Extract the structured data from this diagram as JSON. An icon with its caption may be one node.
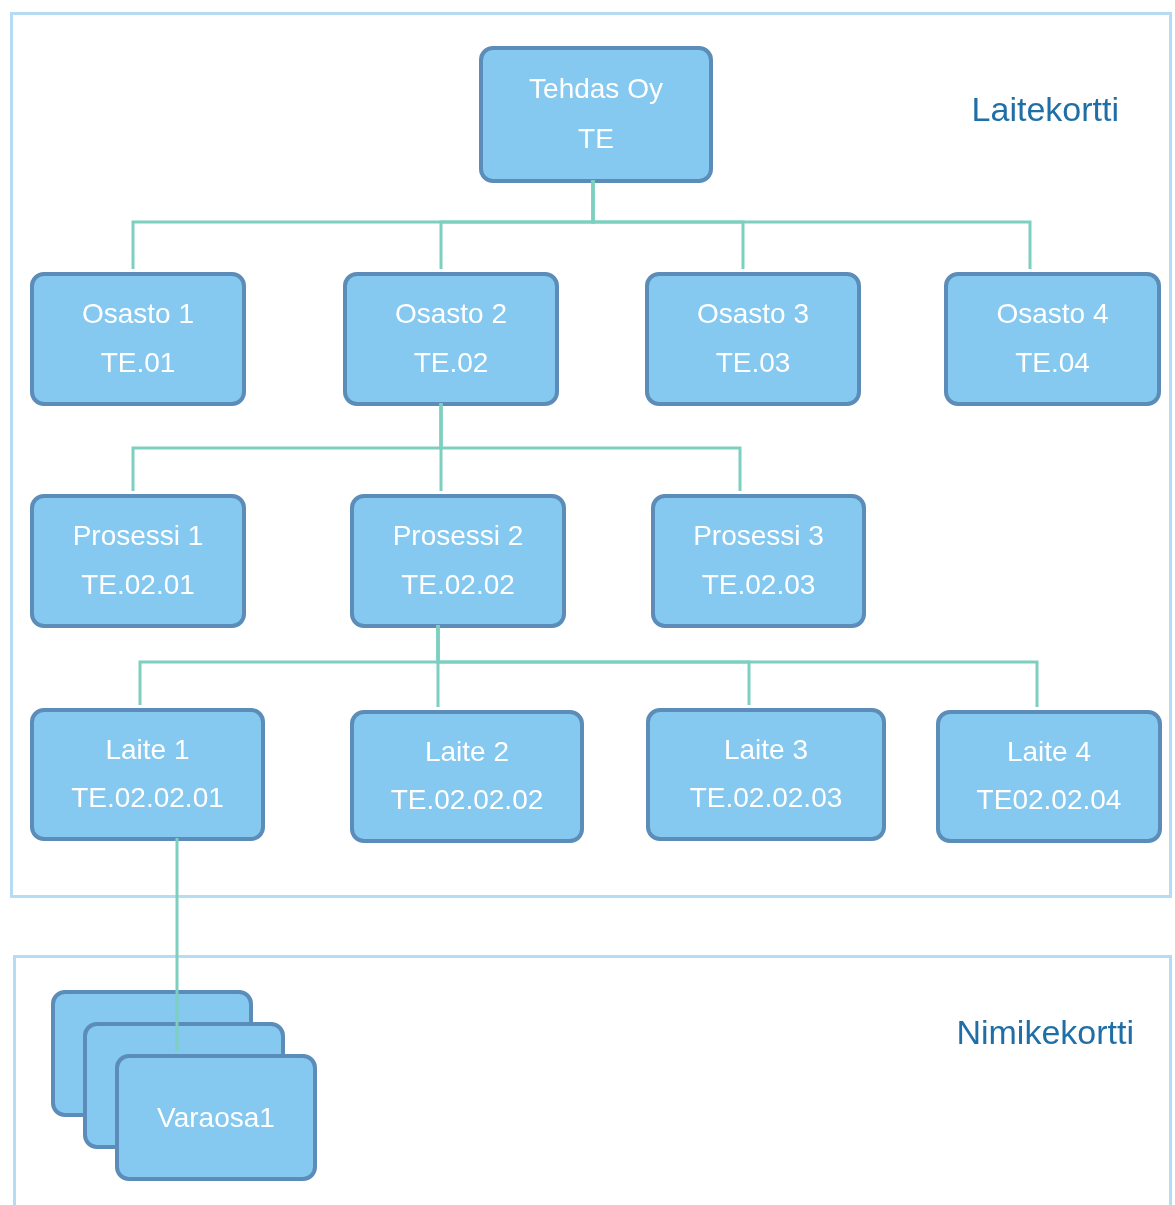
{
  "diagram": {
    "nodes": [
      {
        "text": [
          "Laitekortti"
        ]
      },
      {
        "text": [
          "Tehdas Oy",
          "TE"
        ],
        "in": 0
      },
      {
        "text": [
          "Osasto 1",
          "TE.01"
        ],
        "in": 0
      },
      {
        "text": [
          "Osasto 2",
          "TE.02"
        ],
        "in": 0
      },
      {
        "text": [
          "Osasto 3",
          "TE.03"
        ],
        "in": 0
      },
      {
        "text": [
          "Osasto 4",
          "TE.04"
        ],
        "in": 0
      },
      {
        "text": [
          "Prosessi 1",
          "TE.02.01"
        ],
        "in": 0
      },
      {
        "text": [
          "Prosessi 2",
          "TE.02.02"
        ],
        "in": 0
      },
      {
        "text": [
          "Prosessi 3",
          "TE.02.03"
        ],
        "in": 0
      },
      {
        "text": [
          "Laite 1",
          "TE.02.02.01"
        ],
        "in": 0
      },
      {
        "text": [
          "Laite 2",
          "TE.02.02.02"
        ],
        "in": 0
      },
      {
        "text": [
          "Laite 3",
          "TE.02.02.03"
        ],
        "in": 0
      },
      {
        "text": [
          "Laite 4",
          "TE02.02.04"
        ],
        "in": 0
      },
      {
        "text": [
          "Nimikekortti"
        ]
      },
      {
        "text": [
          "Varaosa1"
        ],
        "in": 13
      }
    ],
    "edges": [
      {
        "from": 1,
        "to": 2,
        "arrow": "none"
      },
      {
        "from": 1,
        "to": 3,
        "arrow": "none"
      },
      {
        "from": 1,
        "to": 4,
        "arrow": "none"
      },
      {
        "from": 1,
        "to": 5,
        "arrow": "none"
      },
      {
        "from": 3,
        "to": 6,
        "arrow": "none"
      },
      {
        "from": 3,
        "to": 7,
        "arrow": "none"
      },
      {
        "from": 3,
        "to": 8,
        "arrow": "none"
      },
      {
        "from": 7,
        "to": 9,
        "arrow": "none"
      },
      {
        "from": 7,
        "to": 10,
        "arrow": "none"
      },
      {
        "from": 7,
        "to": 11,
        "arrow": "none"
      },
      {
        "from": 7,
        "to": 12,
        "arrow": "none"
      },
      {
        "from": 9,
        "to": 14,
        "arrow": "none"
      }
    ]
  }
}
